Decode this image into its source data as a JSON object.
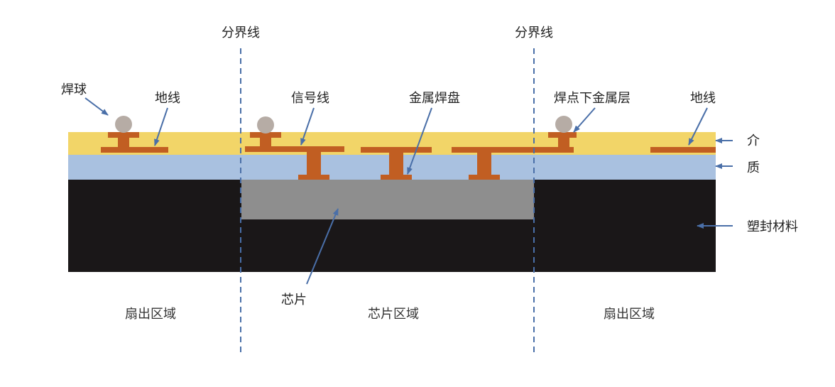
{
  "colors": {
    "dielectric_top": "#f2d568",
    "dielectric_bottom": "#a9c1e0",
    "mold": "#1a1718",
    "chip": "#8e8e8e",
    "metal": "#c15e22",
    "solder_ball": "#b6aca5",
    "boundary_line": "#4a6fa8",
    "arrow": "#4a6fa8"
  },
  "labels": {
    "boundary_left": "分界线",
    "boundary_right": "分界线",
    "solder_ball": "焊球",
    "ground_left": "地线",
    "signal_line": "信号线",
    "metal_pad": "金属焊盘",
    "ubm": "焊点下金属层",
    "ground_right": "地线",
    "dielectric_1": "介",
    "dielectric_2": "质",
    "mold_compound": "塑封材料",
    "chip": "芯片"
  },
  "zones": {
    "fan_out_left": "扇出区域",
    "chip_zone": "芯片区域",
    "fan_out_right": "扇出区域"
  }
}
